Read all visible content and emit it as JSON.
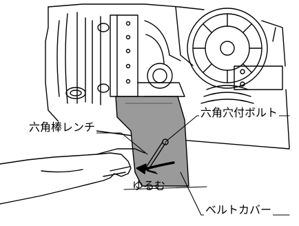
{
  "illustration": {
    "labels": {
      "hex_bolt": "六角穴付ボルト",
      "hex_wrench": "六角棒レンチ",
      "loosen": "ゆるむ",
      "belt_cover": "ベルトカバー"
    },
    "colors": {
      "line": "#000000",
      "belt_cover": "#9a9a9a",
      "background": "#ffffff"
    }
  }
}
